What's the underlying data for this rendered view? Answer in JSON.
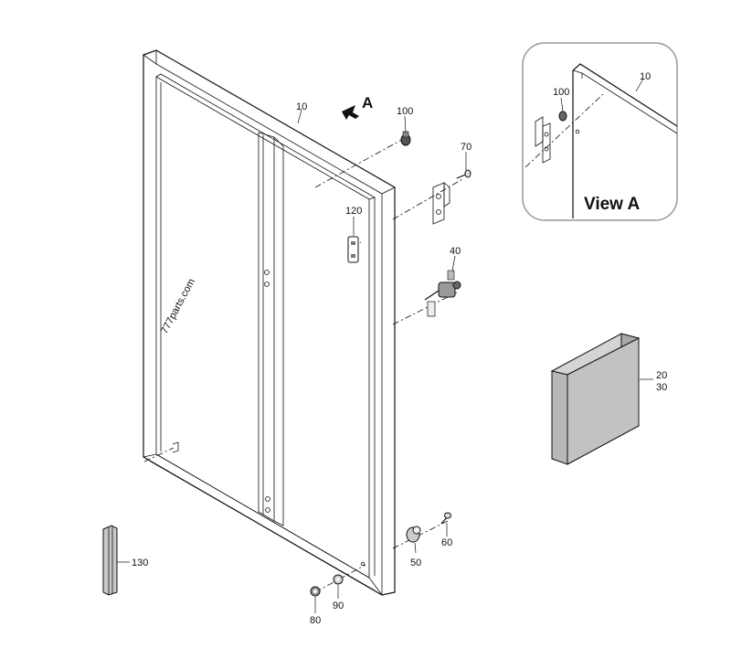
{
  "callouts": {
    "c10": "10",
    "c100": "100",
    "c70": "70",
    "c120": "120",
    "c40": "40",
    "c2030a": "20",
    "c2030b": "30",
    "c130": "130",
    "c50": "50",
    "c60": "60",
    "c80": "80",
    "c90": "90",
    "inset10": "10",
    "inset100": "100"
  },
  "view_arrow_letter": "A",
  "inset_title": "View A",
  "watermark": "777parts.com"
}
